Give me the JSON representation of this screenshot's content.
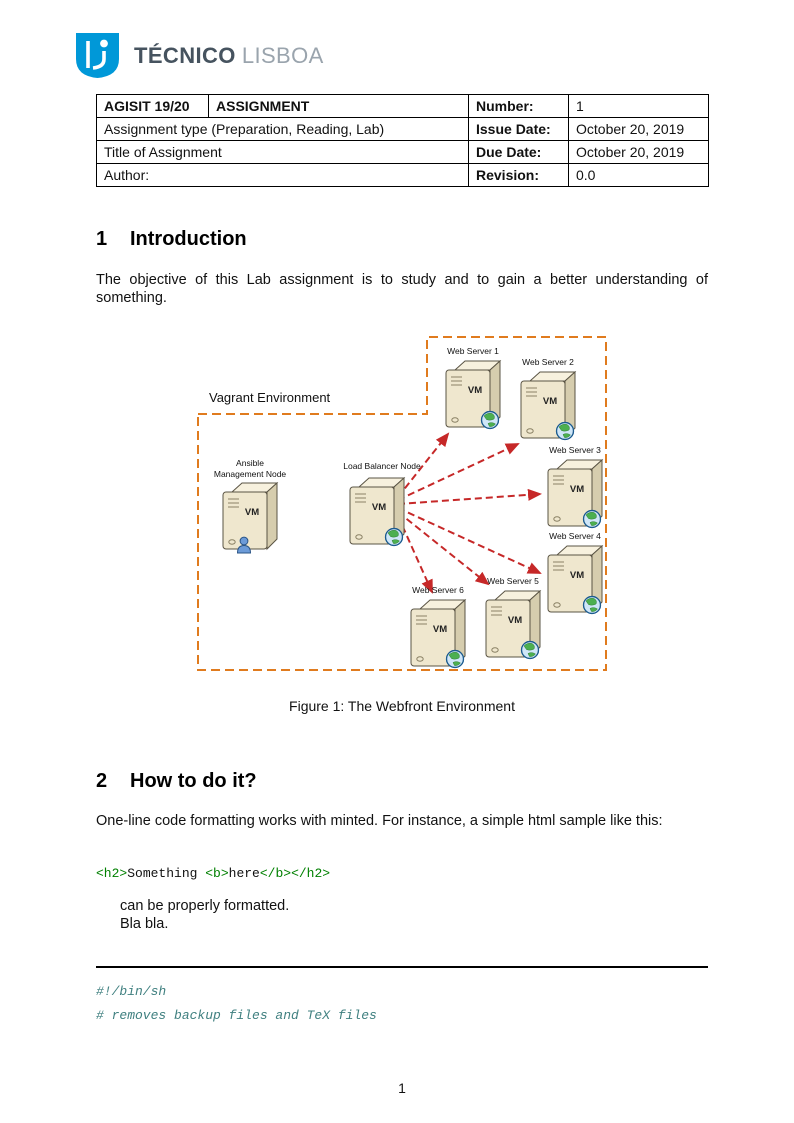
{
  "brand": {
    "name_strong": "TÉCNICO",
    "name_light": "LISBOA"
  },
  "header_table": {
    "r1c1": "AGISIT 19/20",
    "r1c2": "ASSIGNMENT",
    "r1c3": "Number:",
    "r1c4": "1",
    "r2c1": "Assignment type (Preparation, Reading, Lab)",
    "r2c3": "Issue Date:",
    "r2c4": "October 20, 2019",
    "r3c1": "Title of Assignment",
    "r3c3": "Due Date:",
    "r3c4": "October 20, 2019",
    "r4c1": "Author:",
    "r4c3": "Revision:",
    "r4c4": "0.0"
  },
  "sections": {
    "intro": {
      "number": "1",
      "title": "Introduction",
      "body": "The objective of this Lab assignment is to study and to gain a better understanding of something."
    },
    "howto": {
      "number": "2",
      "title": "How to do it?",
      "body": "One-line code formatting works with minted. For instance, a simple html sample like this:",
      "note_line1": "can be properly formatted.",
      "note_line2": "Bla bla."
    }
  },
  "inline_code": {
    "t1": "<h2>",
    "p1": "Something ",
    "t2": "<b>",
    "p2": "here",
    "t3": "</b>",
    "t4": "</h2>"
  },
  "figure": {
    "environment_label": "Vagrant Environment",
    "ansible_line1": "Ansible",
    "ansible_line2": "Management Node",
    "load_balancer_label": "Load Balancer Node",
    "vm_label": "VM",
    "web_servers": [
      "Web Server 1",
      "Web Server 2",
      "Web Server 3",
      "Web Server 4",
      "Web Server 5",
      "Web Server 6"
    ],
    "caption": "Figure 1: The Webfront Environment"
  },
  "listing": {
    "line1": "#!/bin/sh",
    "line2": "# removes backup files and TeX files"
  },
  "page_number": "1",
  "colors": {
    "env_border": "#E07B1E",
    "arrow": "#C62828",
    "code_tag": "#008000",
    "comment": "#408080",
    "brand_blue": "#0098D8"
  }
}
